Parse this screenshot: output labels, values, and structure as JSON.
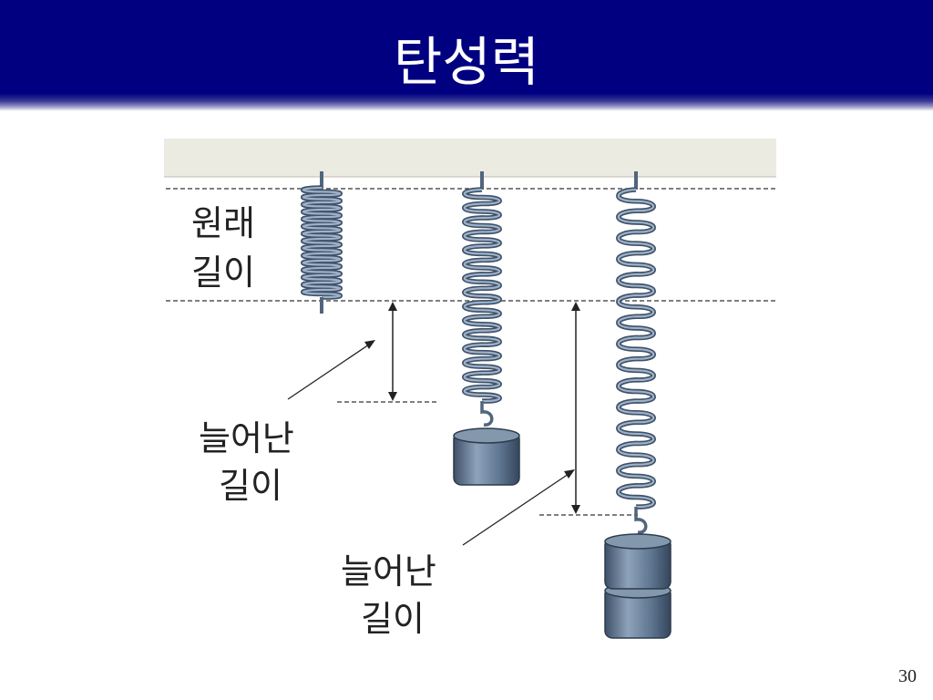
{
  "slide": {
    "title": "탄성력",
    "page_number": "30"
  },
  "diagram": {
    "original_length_label": [
      "원래",
      "길이"
    ],
    "stretch_label_one_weight": [
      "늘어난",
      "길이"
    ],
    "stretch_label_two_weights": [
      "늘어난",
      "길이"
    ]
  },
  "colors": {
    "header_bg": "#000080",
    "ceiling": "#ecebe2",
    "spring": "#6e88a6",
    "weight": "#5f7690"
  }
}
